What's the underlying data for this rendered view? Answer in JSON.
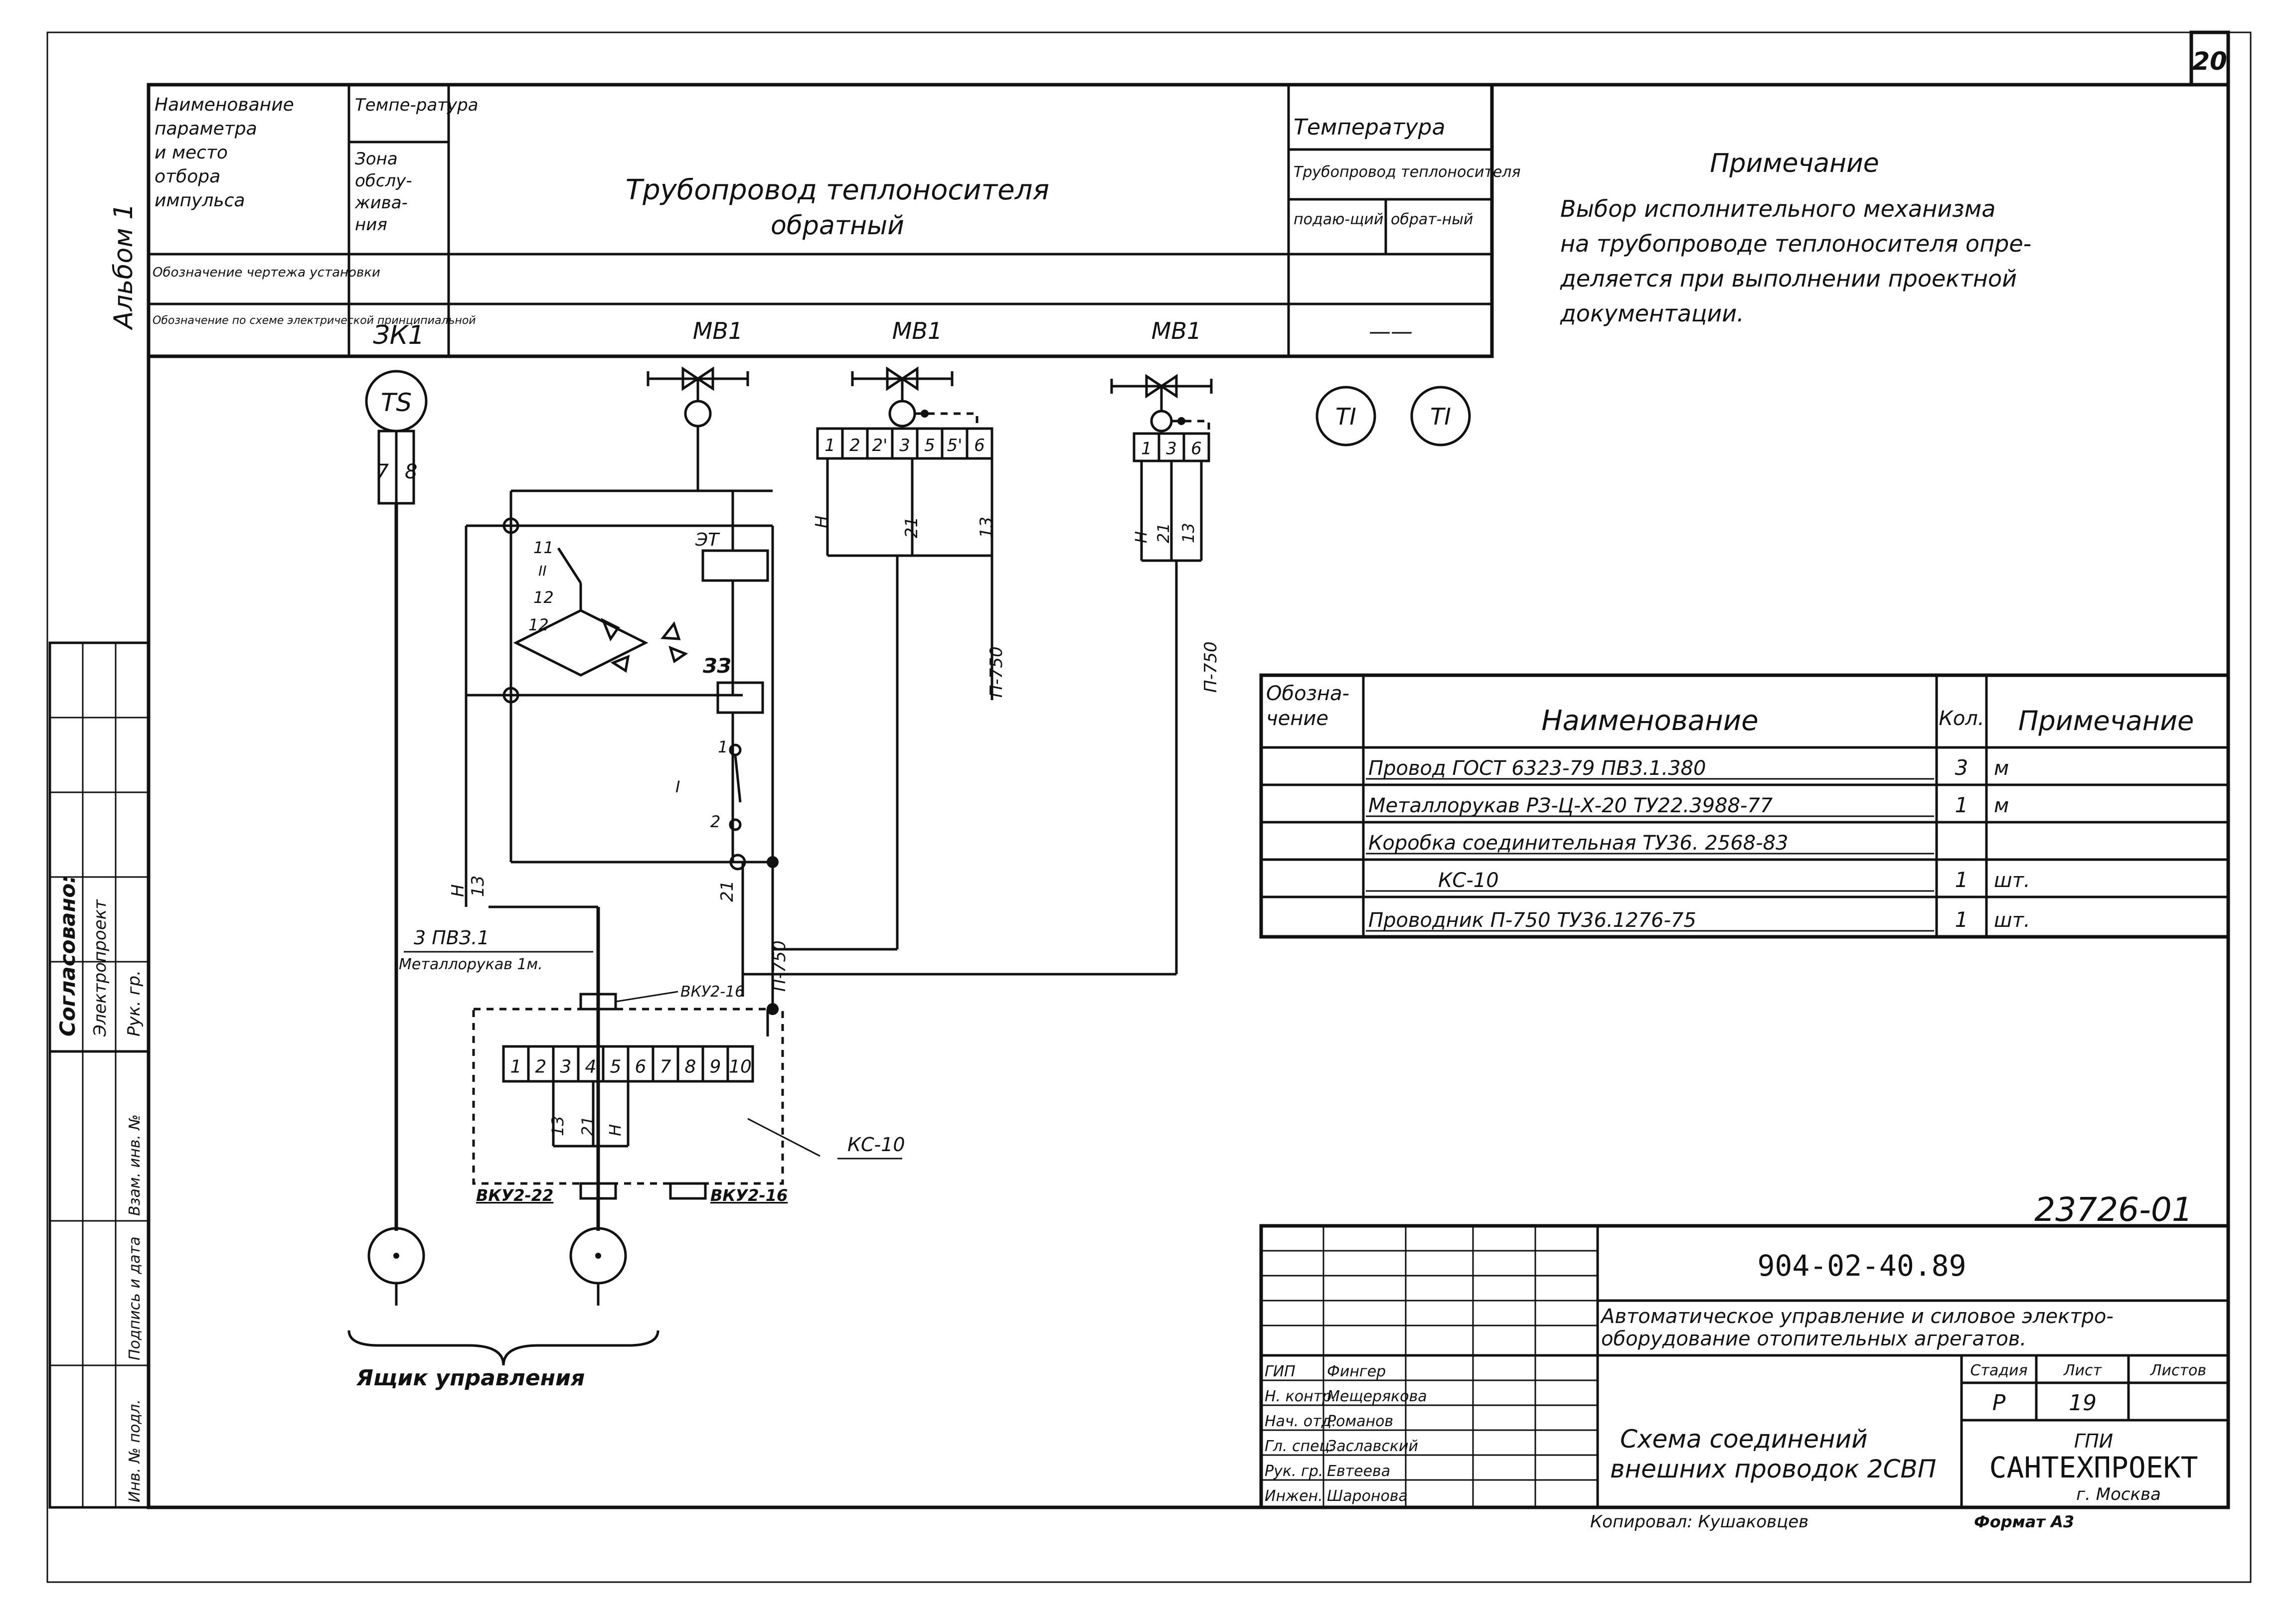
{
  "sheet": {
    "page_number": "20",
    "album": "Альбом 1",
    "project_code": "904-02-40.89",
    "inventory_number": "23726-01",
    "copied_by": "Копировал: Кушаковцев",
    "format": "Формат А3"
  },
  "header_table": {
    "param_label": "Наименование параметра и место отбора импульса",
    "temp_label": "Темпе-ратура",
    "zone_label": "Зона обслу-жива-ния",
    "pipeline_label": "Трубопровод теплоносителя",
    "pipeline_sub": "обратный",
    "install_label": "Обозначение чертежа установки",
    "scheme_label": "Обозначение по схеме электрической принципиальной",
    "temp_right": "Температура",
    "pipe_right": "Трубопровод теплоносителя",
    "supply": "подаю-щий",
    "return": "обрат-ный",
    "sk1": "ЗК1",
    "mv1_a": "МВ1",
    "mv1_b": "МВ1",
    "mv1_c": "МВ1",
    "dash": "——"
  },
  "note": {
    "title": "Примечание",
    "line1": "Выбор исполнительного механизма",
    "line2": "на трубопроводе теплоносителя опре-",
    "line3": "деляется при выполнении проектной",
    "line4": "документации."
  },
  "diagram": {
    "ts": "TS",
    "ti_a": "TI",
    "ti_b": "TI",
    "w7": "7",
    "w8": "8",
    "et": "ЭТ",
    "zz": "ЗЗ",
    "t11": "11",
    "t12": "12",
    "t1": "1",
    "t2": "2",
    "sw_i": "I",
    "sw_ii": "II",
    "n": "Н",
    "w13": "13",
    "w21": "21",
    "p750": "П-750",
    "cable": "3 ПВЗ.1",
    "hose": "Металлорукав 1м.",
    "vku16_top": "ВКУ2-16",
    "vku22": "ВКУ2-22",
    "vku16_bot": "ВКУ2-16",
    "ks10": "КС-10",
    "control_box": "Ящик управления",
    "strip_a": [
      "1",
      "2",
      "2'",
      "3",
      "5",
      "5'",
      "6"
    ],
    "strip_b": [
      "1",
      "3",
      "6"
    ],
    "strip_c": [
      "1",
      "2",
      "3",
      "4",
      "5",
      "6",
      "7",
      "8",
      "9",
      "10"
    ]
  },
  "spec_table": {
    "headers": {
      "designation": "Обозна-чение",
      "name": "Наименование",
      "qty": "Кол.",
      "note": "Примечание"
    },
    "rows": [
      {
        "name": "Провод ГОСТ 6323-79 ПВЗ.1.380",
        "qty": "3",
        "note": "м"
      },
      {
        "name": "Металлорукав РЗ-Ц-Х-20 ТУ22.3988-77",
        "qty": "1",
        "note": "м"
      },
      {
        "name": "Коробка соединительная ТУ36. 2568-83",
        "qty": "",
        "note": ""
      },
      {
        "name": "КС-10",
        "qty": "1",
        "note": "шт."
      },
      {
        "name": "Проводник П-750 ТУ36.1276-75",
        "qty": "1",
        "note": "шт."
      }
    ]
  },
  "title_block": {
    "desc1": "Автоматическое управление и силовое электро-",
    "desc2": "оборудование отопительных агрегатов.",
    "sheet_title1": "Схема соединений",
    "sheet_title2": "внешних проводок 2СВП",
    "stage_label": "Стадия",
    "sheet_label": "Лист",
    "sheets_label": "Листов",
    "stage": "Р",
    "sheet": "19",
    "org1": "ГПИ",
    "org2": "САНТЕХПРОЕКТ",
    "org3": "г. Москва",
    "roles": [
      {
        "role": "ГИП",
        "person": "Фингер"
      },
      {
        "role": "Н. контр.",
        "person": "Мещерякова"
      },
      {
        "role": "Нач. отд.",
        "person": "Романов"
      },
      {
        "role": "Гл. спец.",
        "person": "Заславский"
      },
      {
        "role": "Рук. гр.",
        "person": "Евтеева"
      },
      {
        "role": "Инжен.",
        "person": "Шаронова"
      }
    ]
  },
  "side_stamp": {
    "agreed": "Согласовано:",
    "org": "Электропроект",
    "head": "Рук. гр.",
    "inv": "Инв. № подл.",
    "sign_date": "Подпись и дата",
    "replace": "Взам. инв. №"
  }
}
